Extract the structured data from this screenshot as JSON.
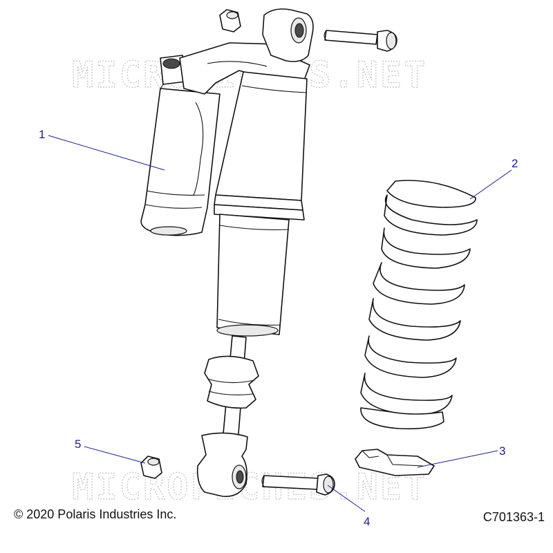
{
  "watermark": "MICROFICHES.NET",
  "callouts": [
    {
      "number": "1"
    },
    {
      "number": "2"
    },
    {
      "number": "3"
    },
    {
      "number": "4"
    },
    {
      "number": "5"
    }
  ],
  "footer": {
    "copyright": "© 2020 Polaris Industries Inc.",
    "diagram_code": "C701363-1"
  },
  "colors": {
    "callout": "#1a1a9a",
    "line": "#111111",
    "watermark": "#c9c9c9"
  }
}
